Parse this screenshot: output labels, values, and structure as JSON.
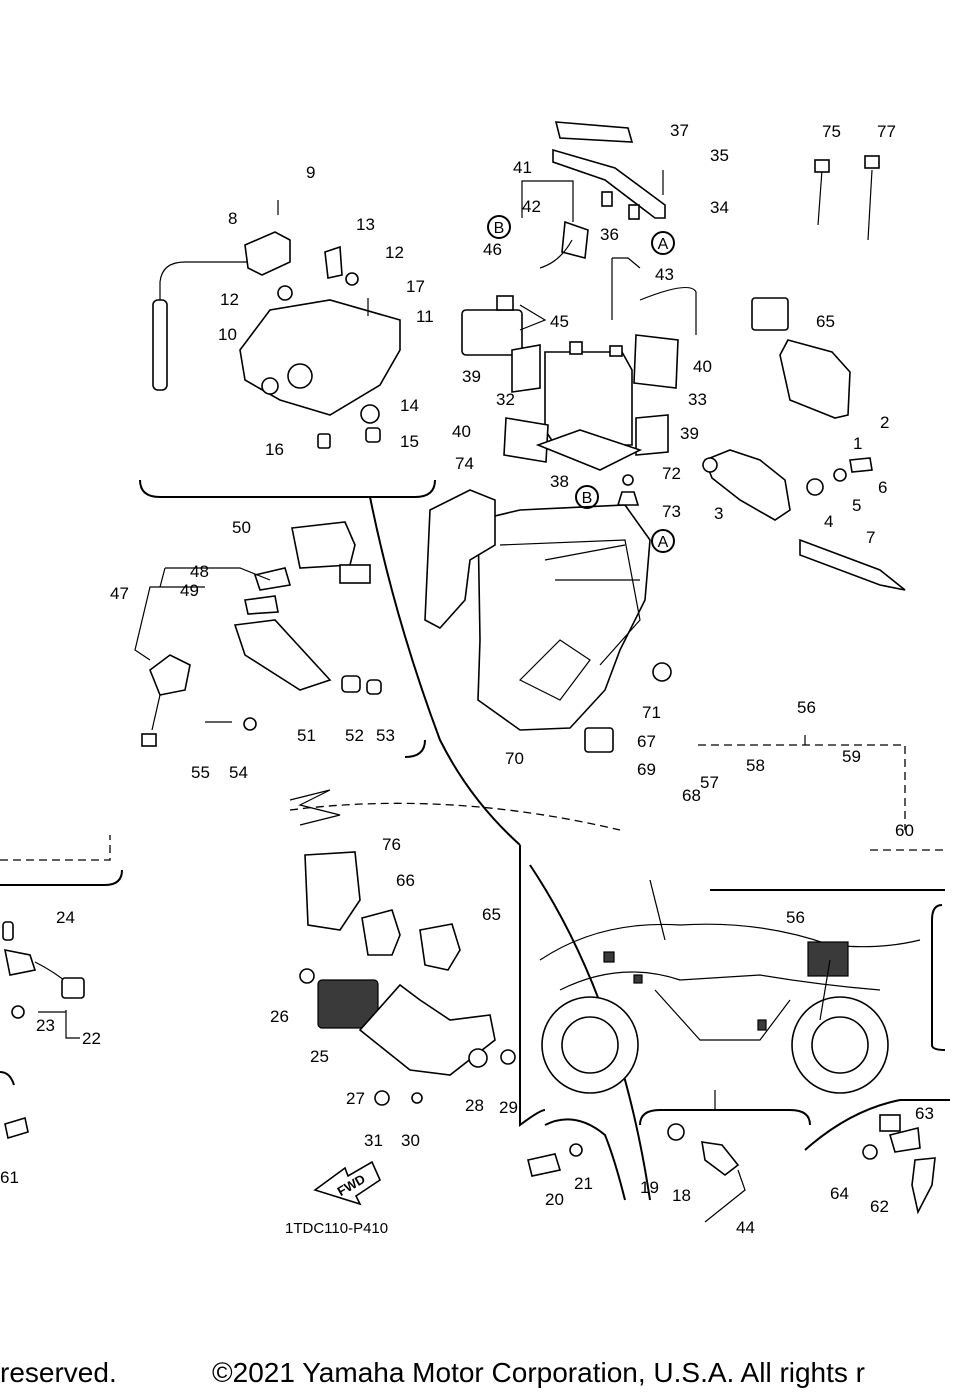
{
  "diagram_code": "1TDC110-P410",
  "fwd_label": "FWD",
  "copyright_left": "reserved.",
  "copyright_main": "©2021 Yamaha Motor Corporation, U.S.A. All rights r",
  "circle_labels": {
    "a": "A",
    "b": "B"
  },
  "callouts": {
    "c1": "1",
    "c2": "2",
    "c3": "3",
    "c4": "4",
    "c5": "5",
    "c6": "6",
    "c7": "7",
    "c8": "8",
    "c9": "9",
    "c10": "10",
    "c11": "11",
    "c12a": "12",
    "c12b": "12",
    "c13": "13",
    "c14": "14",
    "c15": "15",
    "c16": "16",
    "c17": "17",
    "c18": "18",
    "c19": "19",
    "c20": "20",
    "c21": "21",
    "c22": "22",
    "c23": "23",
    "c24": "24",
    "c25": "25",
    "c26": "26",
    "c27": "27",
    "c28": "28",
    "c29": "29",
    "c30": "30",
    "c31": "31",
    "c32": "32",
    "c33": "33",
    "c34": "34",
    "c35": "35",
    "c36": "36",
    "c37": "37",
    "c38": "38",
    "c39a": "39",
    "c39b": "39",
    "c40a": "40",
    "c40b": "40",
    "c41": "41",
    "c42": "42",
    "c43": "43",
    "c44": "44",
    "c45": "45",
    "c46": "46",
    "c47": "47",
    "c48": "48",
    "c49": "49",
    "c50": "50",
    "c51": "51",
    "c52": "52",
    "c53": "53",
    "c54": "54",
    "c55": "55",
    "c56a": "56",
    "c56b": "56",
    "c57": "57",
    "c58": "58",
    "c59": "59",
    "c60": "60",
    "c61": "61",
    "c62": "62",
    "c63": "63",
    "c64": "64",
    "c65a": "65",
    "c65b": "65",
    "c66": "66",
    "c67": "67",
    "c68": "68",
    "c69": "69",
    "c70": "70",
    "c71": "71",
    "c72": "72",
    "c73": "73",
    "c74": "74",
    "c75": "75",
    "c76": "76",
    "c77": "77"
  }
}
